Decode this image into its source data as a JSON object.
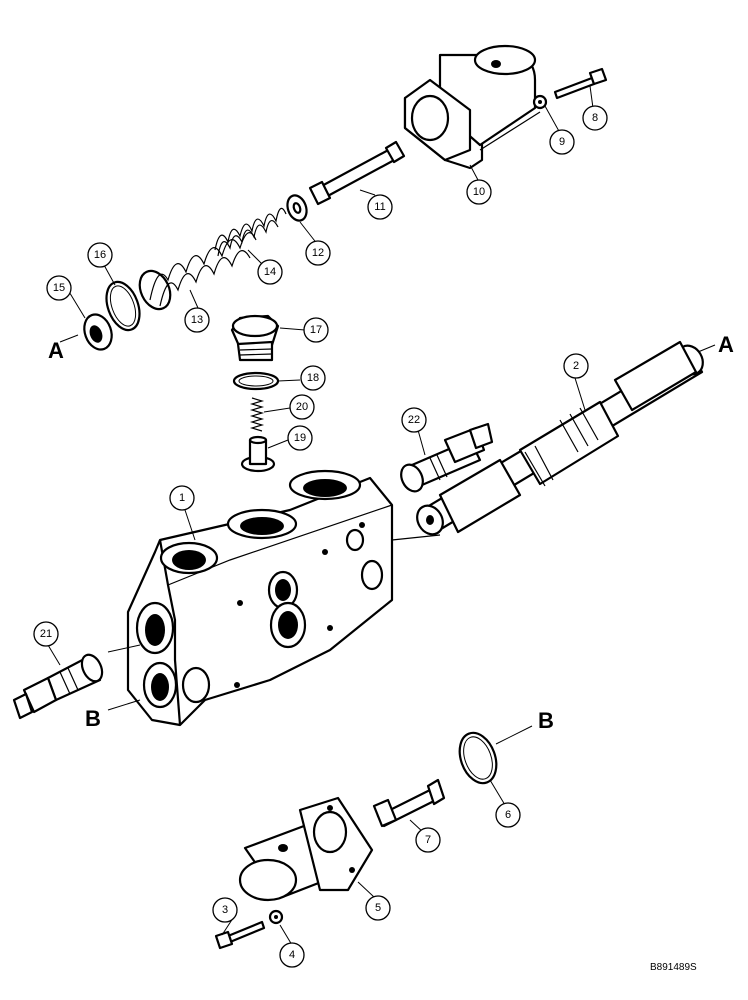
{
  "figure_code": "B891489S",
  "ref_letters": {
    "a": "A",
    "b": "B"
  },
  "callouts": [
    "1",
    "2",
    "3",
    "4",
    "5",
    "6",
    "7",
    "8",
    "9",
    "10",
    "11",
    "12",
    "13",
    "14",
    "15",
    "16",
    "17",
    "18",
    "19",
    "20",
    "21",
    "22"
  ]
}
